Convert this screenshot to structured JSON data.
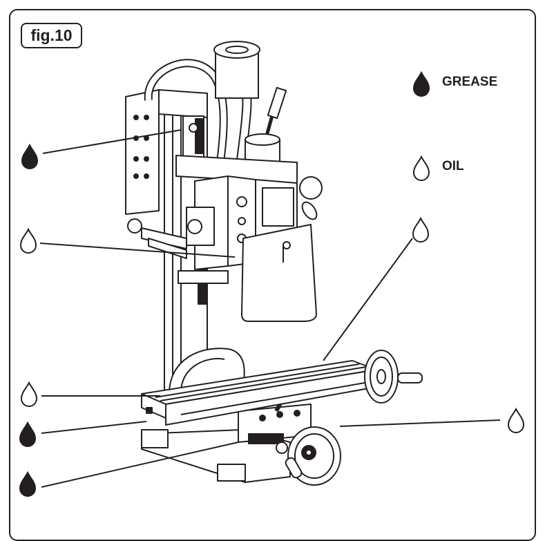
{
  "figure": {
    "label": "fig.10"
  },
  "legend": {
    "grease": {
      "label": "GREASE",
      "icon": "grease-drop-icon",
      "color": "#231f20"
    },
    "oil": {
      "label": "OIL",
      "icon": "oil-drop-icon",
      "color": "#ffffff"
    }
  },
  "lubrication_points": [
    {
      "type": "grease",
      "target": "column-gib"
    },
    {
      "type": "oil",
      "target": "column-rack"
    },
    {
      "type": "oil",
      "target": "table-x-ways"
    },
    {
      "type": "oil",
      "target": "table-slide"
    },
    {
      "type": "grease",
      "target": "saddle"
    },
    {
      "type": "oil",
      "target": "y-leadscrew"
    },
    {
      "type": "grease",
      "target": "base-ways"
    }
  ]
}
